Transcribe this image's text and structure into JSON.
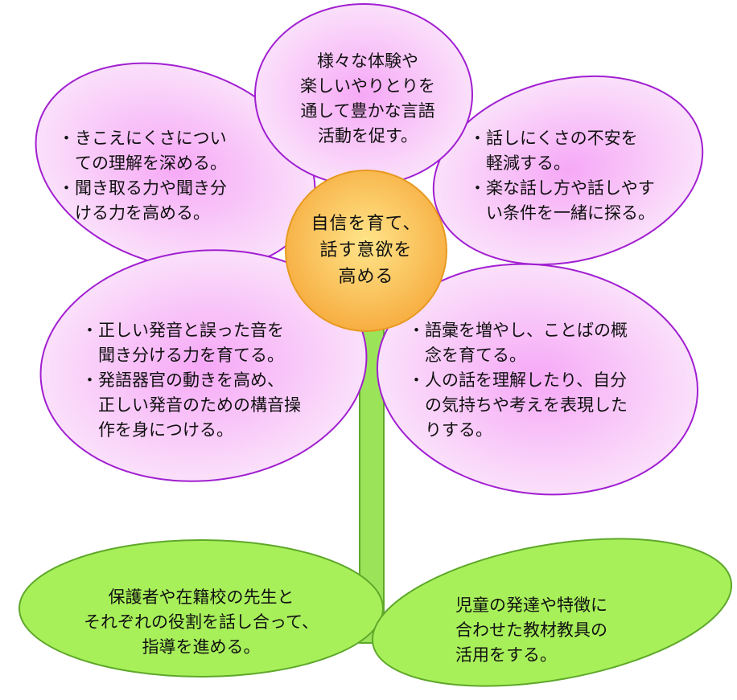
{
  "colors": {
    "petal_fill_center": "#f6a8f6",
    "petal_fill_edge": "#fbe6fb",
    "petal_stroke": "#a11fd1",
    "hub_fill_center": "#ffe58a",
    "hub_fill_edge": "#f6a93b",
    "hub_stroke": "#e7991f",
    "leaf_fill": "#a8f05a",
    "leaf_stroke": "#5ea82a",
    "stem_fill": "#9be45a",
    "stem_stroke": "#5ea82a",
    "text": "#111111"
  },
  "hub": {
    "lines": [
      "自信を育て、",
      "話す意欲を",
      "高める"
    ]
  },
  "petals": {
    "top": {
      "lines": [
        "様々な体験や",
        "楽しいやりとりを",
        "通して豊かな言語",
        "活動を促す。"
      ]
    },
    "upper_left": {
      "lines": [
        "・きこえにくさについ",
        "　ての理解を深める。",
        "・聞き取る力や聞き分",
        "　ける力を高める。"
      ]
    },
    "upper_right": {
      "lines": [
        "・話しにくさの不安を",
        "　軽減する。",
        "・楽な話し方や話しやす",
        "　い条件を一緒に探る。"
      ]
    },
    "lower_left": {
      "lines": [
        "・正しい発音と誤った音を",
        "　聞き分ける力を育てる。",
        "・発語器官の動きを高め、",
        "　正しい発音のための構音操",
        "　作を身につける。"
      ]
    },
    "lower_right": {
      "lines": [
        "・語彙を増やし、ことばの概",
        "　念を育てる。",
        "・人の話を理解したり、自分",
        "　の気持ちや考えを表現した",
        "　りする。"
      ]
    }
  },
  "leaves": {
    "left": {
      "lines": [
        "保護者や在籍校の先生と",
        "それぞれの役割を話し合って、",
        "指導を進める。"
      ]
    },
    "right": {
      "lines": [
        "児童の発達や特徴に",
        "合わせた教材教具の",
        "活用をする。"
      ]
    }
  }
}
